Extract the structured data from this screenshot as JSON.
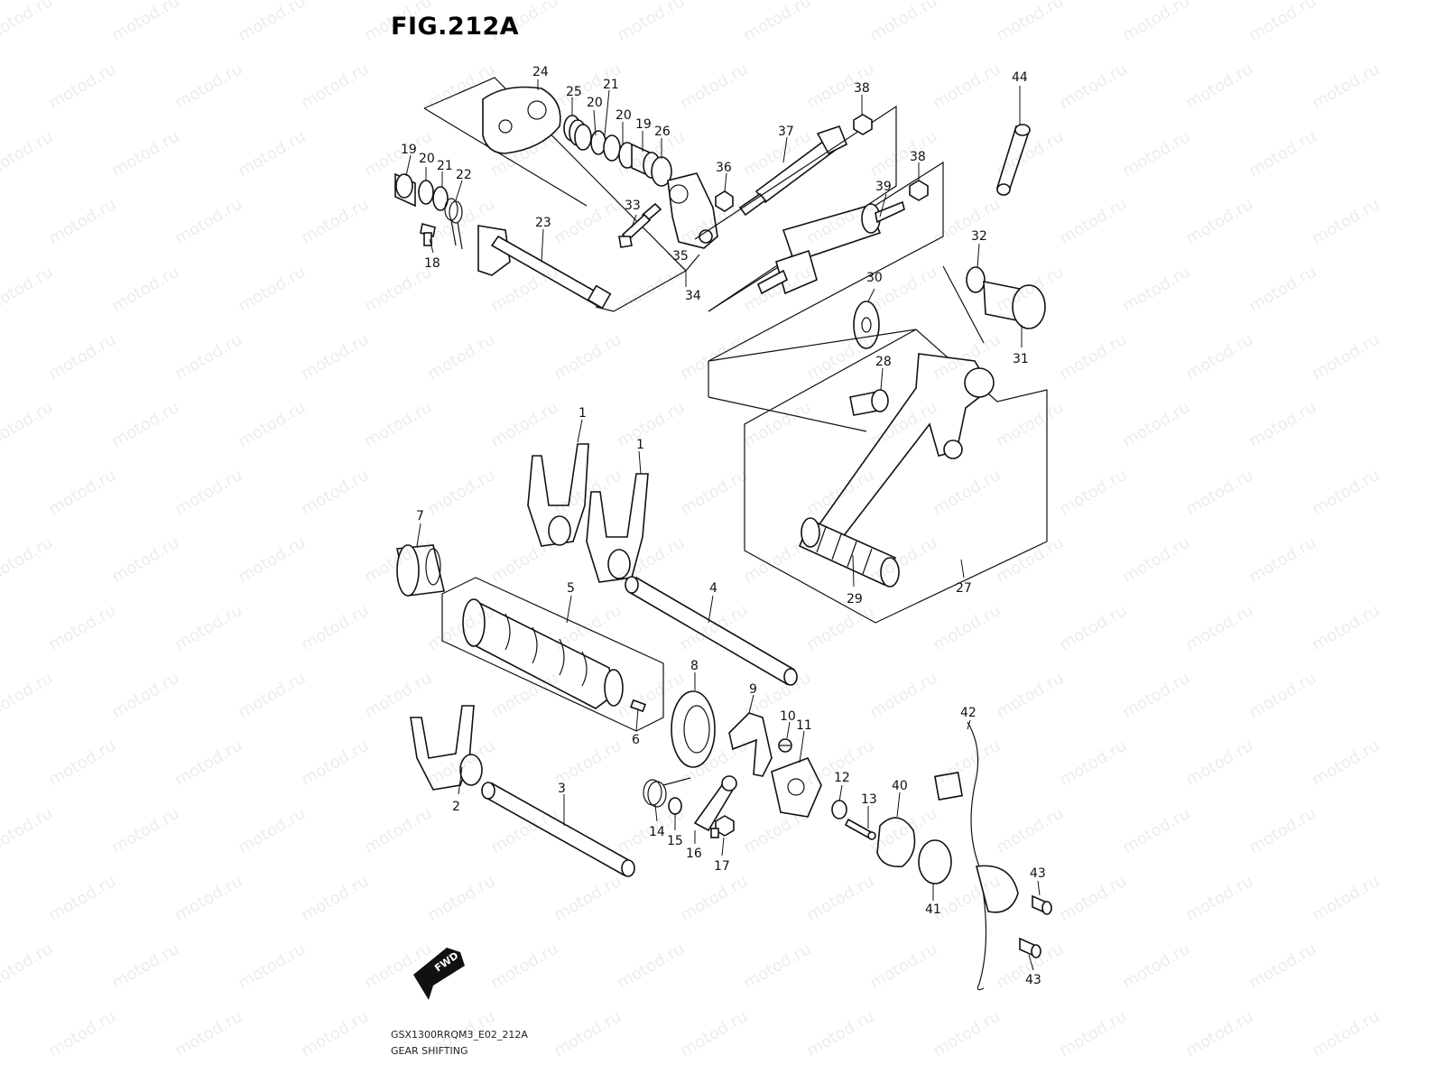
{
  "figure": {
    "title": "FIG.212A",
    "model_code": "GSX1300RRQM3_E02_212A",
    "name": "GEAR SHIFTING",
    "watermark": "motod.ru",
    "fwd_label": "FWD"
  },
  "callouts": [
    {
      "id": "c24",
      "label": "24"
    },
    {
      "id": "c25",
      "label": "25"
    },
    {
      "id": "c21a",
      "label": "21"
    },
    {
      "id": "c20a",
      "label": "20"
    },
    {
      "id": "c20b",
      "label": "20"
    },
    {
      "id": "c19a",
      "label": "19"
    },
    {
      "id": "c26",
      "label": "26"
    },
    {
      "id": "c19b",
      "label": "19"
    },
    {
      "id": "c20c",
      "label": "20"
    },
    {
      "id": "c21b",
      "label": "21"
    },
    {
      "id": "c22",
      "label": "22"
    },
    {
      "id": "c23",
      "label": "23"
    },
    {
      "id": "c18",
      "label": "18"
    },
    {
      "id": "c33",
      "label": "33"
    },
    {
      "id": "c36",
      "label": "36"
    },
    {
      "id": "c37",
      "label": "37"
    },
    {
      "id": "c38a",
      "label": "38"
    },
    {
      "id": "c38b",
      "label": "38"
    },
    {
      "id": "c39",
      "label": "39"
    },
    {
      "id": "c35",
      "label": "35"
    },
    {
      "id": "c34",
      "label": "34"
    },
    {
      "id": "c44",
      "label": "44"
    },
    {
      "id": "c32",
      "label": "32"
    },
    {
      "id": "c31",
      "label": "31"
    },
    {
      "id": "c30",
      "label": "30"
    },
    {
      "id": "c28",
      "label": "28"
    },
    {
      "id": "c27",
      "label": "27"
    },
    {
      "id": "c29",
      "label": "29"
    },
    {
      "id": "c1a",
      "label": "1"
    },
    {
      "id": "c1b",
      "label": "1"
    },
    {
      "id": "c7",
      "label": "7"
    },
    {
      "id": "c5",
      "label": "5"
    },
    {
      "id": "c4",
      "label": "4"
    },
    {
      "id": "c6",
      "label": "6"
    },
    {
      "id": "c8",
      "label": "8"
    },
    {
      "id": "c9",
      "label": "9"
    },
    {
      "id": "c10",
      "label": "10"
    },
    {
      "id": "c11",
      "label": "11"
    },
    {
      "id": "c2",
      "label": "2"
    },
    {
      "id": "c3",
      "label": "3"
    },
    {
      "id": "c14",
      "label": "14"
    },
    {
      "id": "c15",
      "label": "15"
    },
    {
      "id": "c16",
      "label": "16"
    },
    {
      "id": "c17",
      "label": "17"
    },
    {
      "id": "c12",
      "label": "12"
    },
    {
      "id": "c13",
      "label": "13"
    },
    {
      "id": "c40",
      "label": "40"
    },
    {
      "id": "c41",
      "label": "41"
    },
    {
      "id": "c42",
      "label": "42"
    },
    {
      "id": "c43a",
      "label": "43"
    },
    {
      "id": "c43b",
      "label": "43"
    }
  ]
}
